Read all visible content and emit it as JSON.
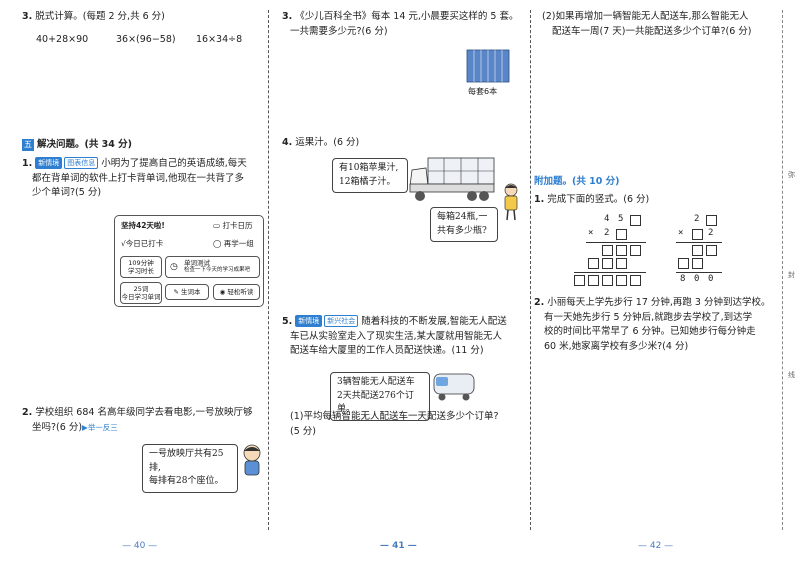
{
  "col1": {
    "q3": {
      "num": "3.",
      "title": "脱式计算。(每题 2 分,共 6 分)",
      "exprs": [
        "40+28×90",
        "36×(96−58)",
        "16×34÷8"
      ]
    },
    "section5": {
      "icon": "五",
      "title": "解决问题。(共 34 分)"
    },
    "q1": {
      "num": "1.",
      "badge": "新情境",
      "badge2": "图表信息",
      "lines": [
        "小明为了提高自己的英语成绩,每天",
        "都在背单词的软件上打卡背单词,他现在一共背了多",
        "少个单词?(5 分)"
      ],
      "card": {
        "streak": "坚持42天啦!",
        "checkin": "打卡日历",
        "today": "√今日已打卡",
        "again": "再学一组",
        "box1_line1": "109分钟",
        "box1_line2": "学习时长",
        "box2_line1": "单词测试",
        "box2_line2": "检查一下今天的学习成果吧",
        "box3_line1": "25词",
        "box3_line2": "今日学习单词",
        "btn1": "生词本",
        "btn2": "轻松听读"
      }
    },
    "q2": {
      "num": "2.",
      "lines": [
        "学校组织 684 名高年级同学去看电影,一号放映厅够",
        "坐吗?(6 分)"
      ],
      "link": "举一反三",
      "bubble": [
        "一号放映厅共有25排,",
        "每排有28个座位。"
      ]
    },
    "page": "— 40 —"
  },
  "col2": {
    "q3": {
      "num": "3.",
      "lines": [
        "《少儿百科全书》每本 14 元,小晨要买这样的 5 套。",
        "一共需要多少元?(6 分)"
      ],
      "caption": "每套6本"
    },
    "q4": {
      "num": "4.",
      "title": "运果汁。(6 分)",
      "bubble1": [
        "有10箱苹果汁,",
        "12箱橘子汁。"
      ],
      "bubble2": [
        "每箱24瓶,一",
        "共有多少瓶?"
      ]
    },
    "q5": {
      "num": "5.",
      "badge": "新情境",
      "badge2": "新兴社会",
      "lines": [
        "随着科技的不断发展,智能无人配送",
        "车已从实验室走入了现实生活,某大厦就用智能无人",
        "配送车给大厦里的工作人员配送快递。(11 分)"
      ],
      "bubble": [
        "3辆智能无人配送车",
        "2天共配送276个订单。"
      ],
      "sub1": [
        "(1)平均每辆智能无人配送车一天配送多少个订单?",
        "(5 分)"
      ]
    },
    "page": "— 41 —"
  },
  "col3": {
    "sub2": [
      "(2)如果再增加一辆智能无人配送车,那么智能无人",
      "配送车一周(7 天)一共能配送多少个订单?(6 分)"
    ],
    "bonus": {
      "title": "附加题。(共 10 分)",
      "q1": {
        "num": "1.",
        "text": "完成下面的竖式。(6 分)"
      },
      "v1": {
        "top": [
          "4",
          "5"
        ],
        "op": "×",
        "mid": "2"
      },
      "v2": {
        "op": "×",
        "mid1": "2",
        "mid2": "2",
        "bottom": [
          "8",
          "0",
          "0"
        ]
      },
      "q2": {
        "num": "2.",
        "lines": [
          "小丽每天上学先步行 17 分钟,再跑 3 分钟到达学校。",
          "有一天她先步行 5 分钟后,就跑步去学校了,到达学",
          "校的时间比平常早了 6 分钟。已知她步行每分钟走",
          "60 米,她家离学校有多少米?(4 分)"
        ]
      }
    },
    "side": [
      "弥",
      "封",
      "线"
    ],
    "page": "— 42 —"
  }
}
